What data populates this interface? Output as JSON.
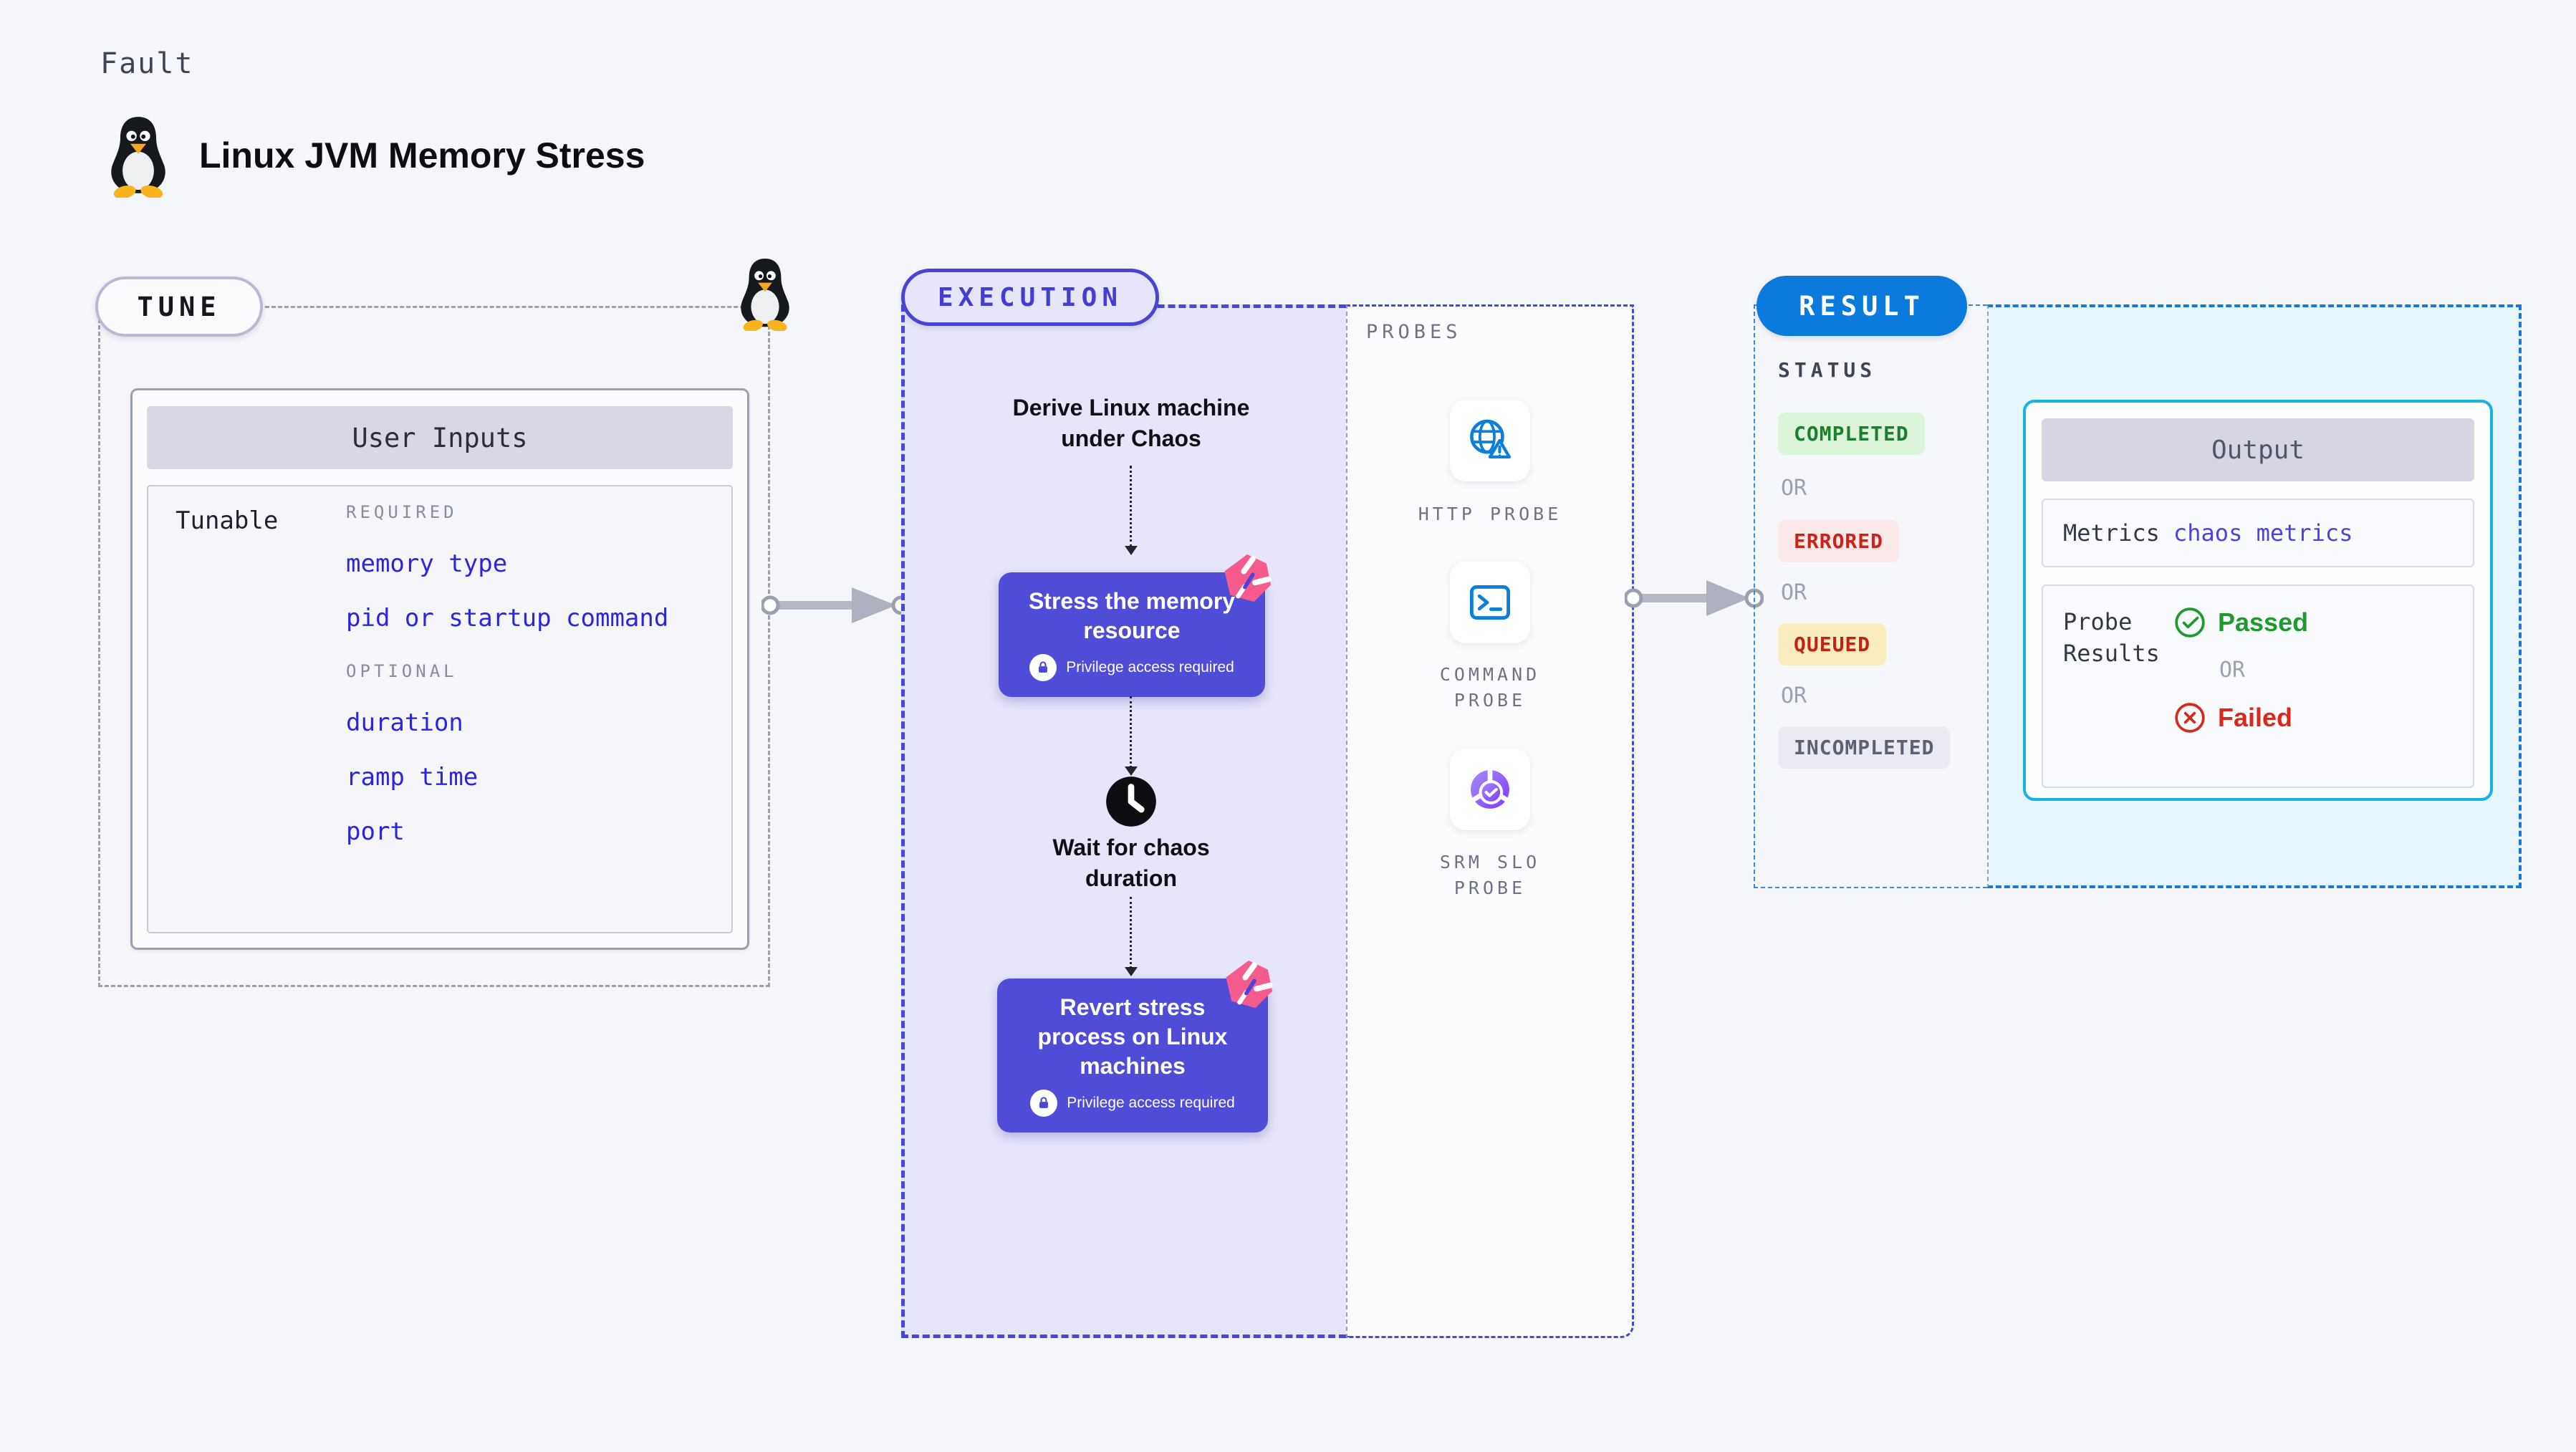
{
  "header": {
    "kicker": "Fault",
    "title": "Linux JVM Memory Stress"
  },
  "tune": {
    "badge": "TUNE",
    "user_inputs": {
      "title": "User Inputs",
      "row_label": "Tunable",
      "required_label": "REQUIRED",
      "required_items": [
        "memory type",
        "pid or startup command"
      ],
      "optional_label": "OPTIONAL",
      "optional_items": [
        "duration",
        "ramp time",
        "port"
      ]
    }
  },
  "execution": {
    "badge": "EXECUTION",
    "derive_step": "Derive Linux machine under Chaos",
    "stress_step": {
      "title": "Stress the memory resource",
      "note": "Privilege access required"
    },
    "wait_step": "Wait for chaos duration",
    "revert_step": {
      "title": "Revert stress process on Linux machines",
      "note": "Privilege access required"
    }
  },
  "probes": {
    "label": "PROBES",
    "items": [
      {
        "name": "HTTP PROBE",
        "icon": "globe-alert-icon"
      },
      {
        "name": "COMMAND PROBE",
        "icon": "terminal-icon"
      },
      {
        "name": "SRM SLO PROBE",
        "icon": "slo-donut-check-icon"
      }
    ]
  },
  "result": {
    "badge": "RESULT",
    "status": {
      "label": "STATUS",
      "or": "OR",
      "badges": [
        {
          "text": "COMPLETED",
          "fg": "#1d7f2c",
          "bg": "#dcf4da"
        },
        {
          "text": "ERRORED",
          "fg": "#cb2219",
          "bg": "#fbe9e9"
        },
        {
          "text": "QUEUED",
          "fg": "#c42114",
          "bg": "#f9edc0"
        },
        {
          "text": "INCOMPLETED",
          "fg": "#5d6173",
          "bg": "#e9eaf2"
        }
      ]
    },
    "output": {
      "title": "Output",
      "metrics_label": "Metrics",
      "metrics_value": "chaos metrics",
      "probe_results_label": "Probe Results",
      "passed": "Passed",
      "or": "OR",
      "failed": "Failed"
    }
  },
  "colors": {
    "page_background": "#f5f6fa",
    "execution_fill": "#e6e5f9",
    "execution_border": "#4648da",
    "step_box": "#514cd8",
    "chaos_logo_pink": "#f65b8e",
    "result_pill_blue": "#0a7bdc",
    "result_border_blue": "#1779d3",
    "output_border_cyan": "#16b2e4",
    "output_panel_fill": "#e7f5fc",
    "link_blue": "#2a25e0",
    "probe_icon_blue": "#0e7fd9",
    "passed_green": "#1d9b2c",
    "failed_red": "#d62a1c"
  }
}
